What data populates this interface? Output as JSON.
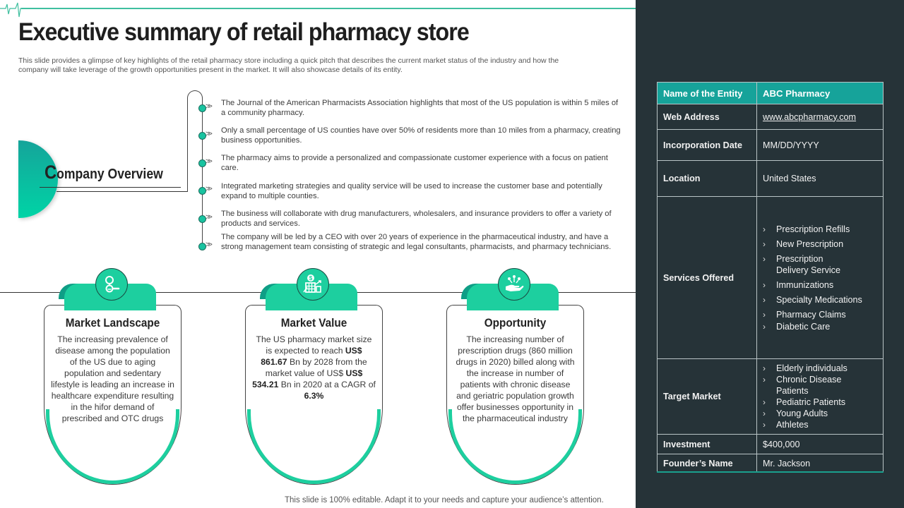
{
  "header": {
    "title": "Executive summary of retail pharmacy store",
    "subtitle": "This slide provides a glimpse of key highlights of the retail pharmacy store including a quick pitch that describes the current market status of the industry and how the company will take leverage of the growth opportunities present in the market. It will also showcase details of its entity."
  },
  "company_overview": {
    "title_initial": "C",
    "title_rest": "ompany Overview",
    "points": [
      "The Journal of the American Pharmacists Association highlights that most of the US population is within 5 miles of a community pharmacy.",
      "Only a small percentage of US counties have over 50% of residents more than 10 miles from a pharmacy, creating business opportunities.",
      "The pharmacy aims to provide a personalized and compassionate customer experience with a focus on patient care.",
      "Integrated marketing strategies and quality service will be used to increase the customer base and potentially expand to multiple counties.",
      "The business will collaborate with drug manufacturers, wholesalers, and insurance providers to offer a variety  of products and services.",
      "The company will be led by a CEO with over 20 years of experience in the pharmaceutical industry, and have a strong management team consisting of strategic and legal consultants, pharmacists, and pharmacy technicians."
    ]
  },
  "cards": [
    {
      "title": "Market Landscape",
      "icon": "magnifier-location-icon",
      "body": "The increasing prevalence of disease among the population of the US due to aging population and sedentary lifestyle is leading an increase in healthcare expenditure resulting in the hifor demand of prescribed and OTC drugs"
    },
    {
      "title": "Market Value",
      "icon": "dollar-building-growth-icon",
      "body_parts": {
        "p1": "The US pharmacy market size is expected to reach ",
        "v1": "US$ 861.67",
        "p2": " Bn by 2028 from the market value  of US$ ",
        "v2": "US$ 534.21",
        "p3": " Bn in 2020 at a CAGR of ",
        "v3": "6.3%"
      }
    },
    {
      "title": "Opportunity",
      "icon": "hand-ideas-icon",
      "body": "The increasing number of prescription drugs (860 million drugs in 2020) billed along with the increase in number of patients with chronic disease and geriatric population growth offer businesses opportunity in the pharmaceutical industry"
    }
  ],
  "entity_table": {
    "header": {
      "key": "Name of the Entity",
      "value": "ABC Pharmacy"
    },
    "web_address": {
      "key": "Web Address",
      "value": "www.abcpharmacy.com"
    },
    "incorporation_date": {
      "key": "Incorporation Date",
      "value": "MM/DD/YYYY"
    },
    "location": {
      "key": "Location",
      "value": "United States"
    },
    "services": {
      "key": "Services Offered",
      "items": [
        "Prescription Refills",
        "New Prescription",
        "Prescription Delivery  Service",
        "Immunizations",
        "Specialty Medications",
        "Pharmacy Claims",
        "Diabetic Care"
      ]
    },
    "target_market": {
      "key": "Target Market",
      "items": [
        "Elderly individuals",
        "Chronic Disease Patients",
        "Pediatric Patients",
        "Young Adults",
        "Athletes"
      ]
    },
    "investment": {
      "key": "Investment",
      "value": "$400,000"
    },
    "founder": {
      "key": "Founder’s Name",
      "value": "Mr. Jackson"
    }
  },
  "footer": "This slide is 100% editable. Adapt it to your needs and capture your audience’s attention.",
  "colors": {
    "accent": "#1dcf9f",
    "accent_dark": "#16a39a",
    "panel_bg": "#263338",
    "text_dark": "#222222"
  }
}
